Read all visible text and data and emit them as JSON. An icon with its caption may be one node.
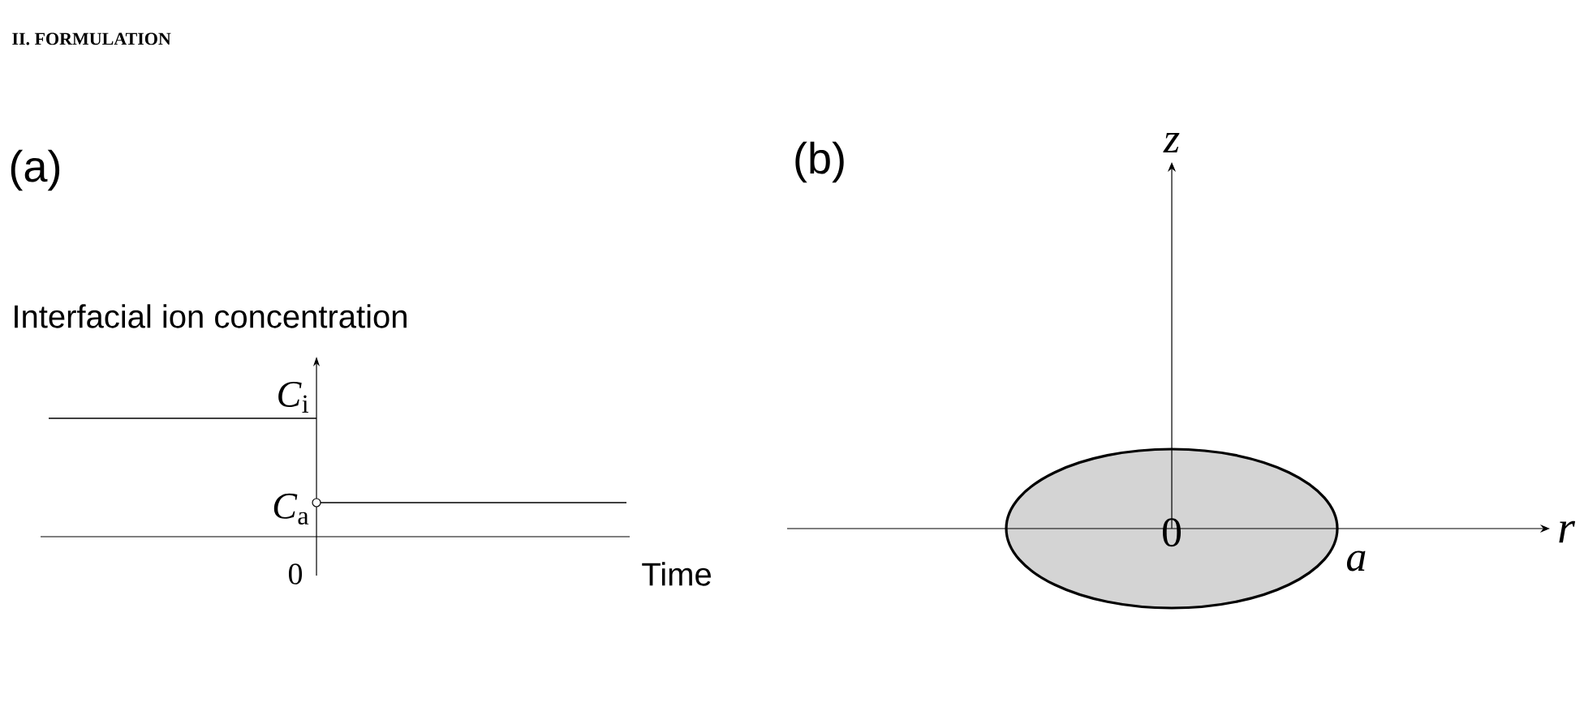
{
  "diagram": {
    "title": "II. FORMULATION",
    "nodes": [
      {
        "text": [
          "0"
        ],
        "beside": [
          "a"
        ]
      }
    ],
    "labels": [
      "(a)",
      "Interfacial ion concentration",
      "*C*$_{i}$",
      "*C*$_{a}$",
      "0",
      "Time",
      "(b)",
      "z",
      "r"
    ]
  }
}
